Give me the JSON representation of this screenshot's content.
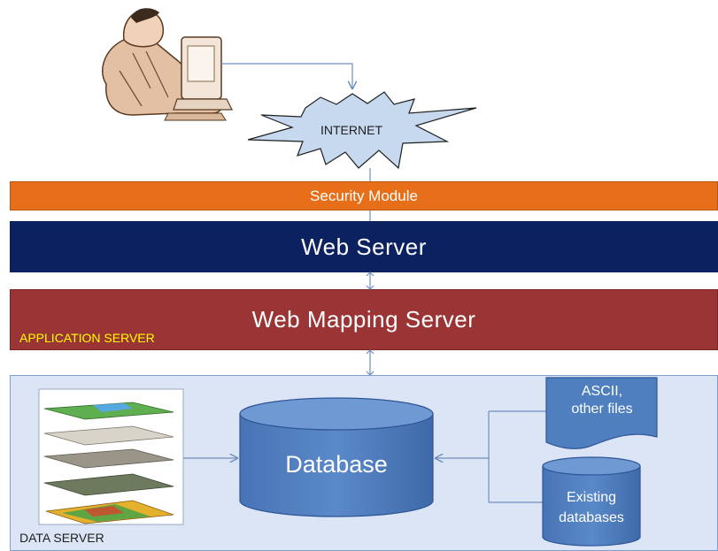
{
  "internet": {
    "label": "INTERNET"
  },
  "layers": {
    "security": "Security Module",
    "web_server": "Web  Server",
    "web_mapping_server": "Web  Mapping Server",
    "application_server": "APPLICATION SERVER",
    "data_server": "DATA SERVER"
  },
  "data_tier": {
    "database": "Database",
    "ascii_files": [
      "ASCII,",
      "other files"
    ],
    "existing_databases": [
      "Existing",
      "databases"
    ]
  },
  "colors": {
    "security": "#e86f1a",
    "web_server": "#0c2160",
    "web_mapping_server": "#9b3434",
    "data_server": "#dbe5f5",
    "database": "#4f7fbf"
  }
}
